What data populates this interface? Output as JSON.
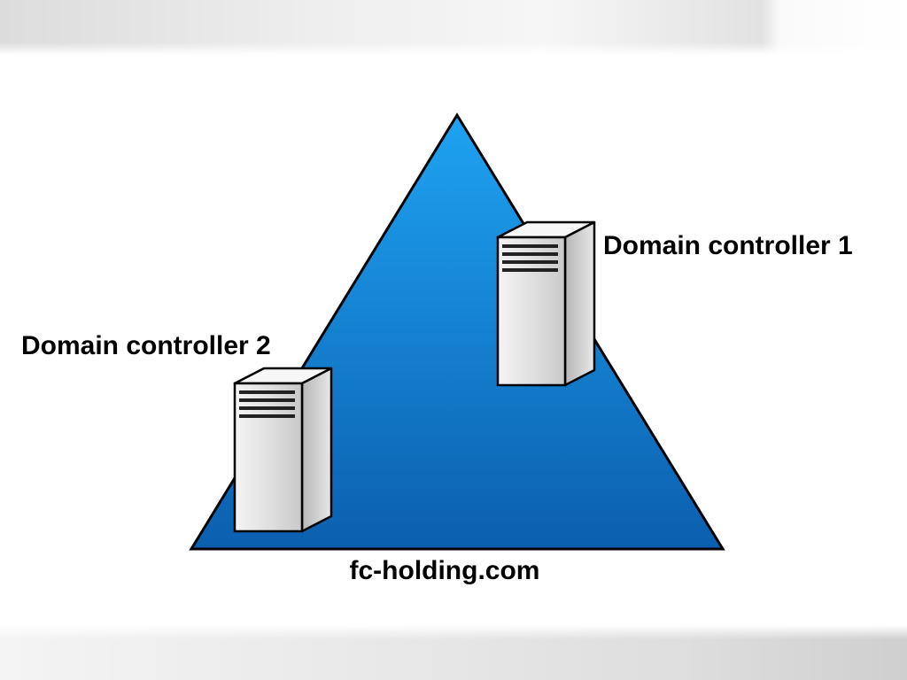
{
  "diagram": {
    "domain_label": "fc-holding.com",
    "servers": [
      {
        "label": "Domain controller 1"
      },
      {
        "label": "Domain controller 2"
      }
    ]
  },
  "colors": {
    "triangle_top": "#1e9eee",
    "triangle_bottom": "#0a5fb0",
    "server_front": "#e2e2e2",
    "outline": "#000000"
  }
}
